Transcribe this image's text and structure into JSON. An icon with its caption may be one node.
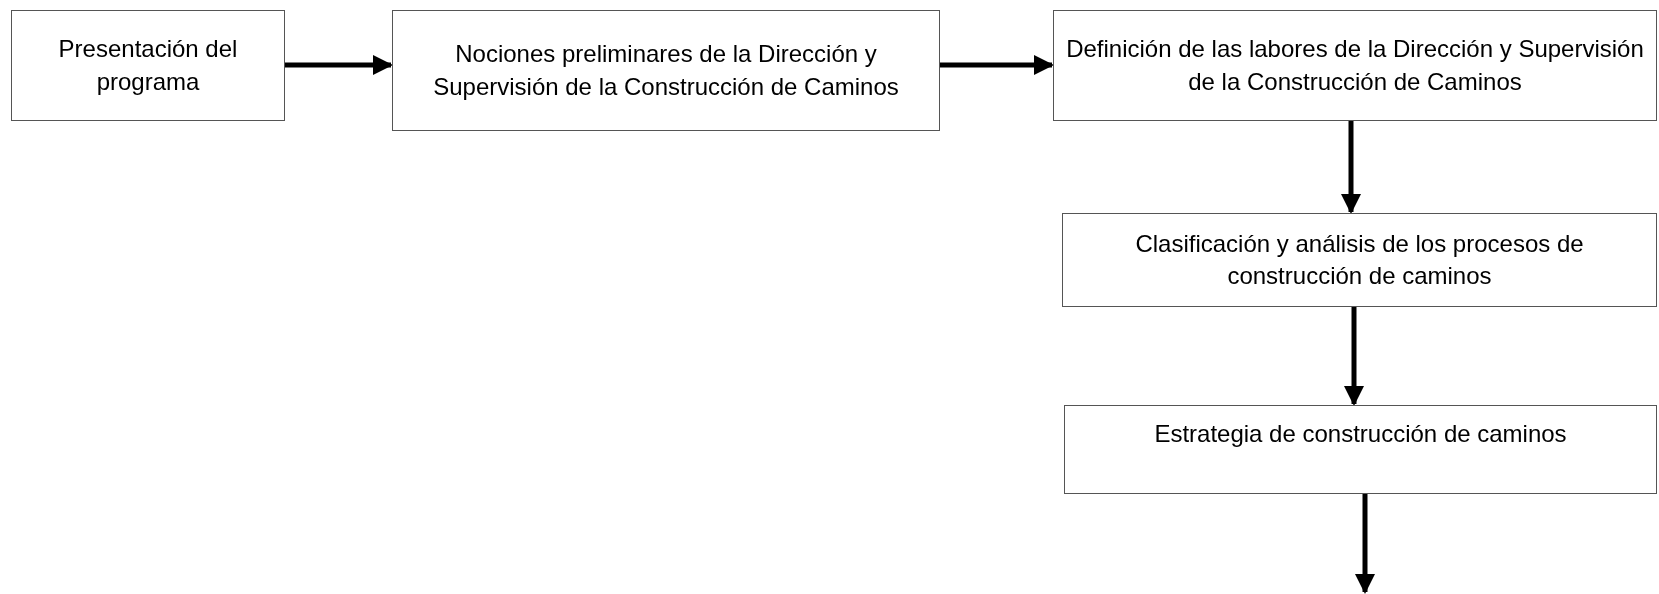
{
  "diagram": {
    "nodes": [
      {
        "text": [
          "Presentación del programa"
        ]
      },
      {
        "text": [
          "Nociones preliminares de la Dirección y Supervisión de la Construcción de Caminos"
        ]
      },
      {
        "text": [
          "Definición de las labores de la Dirección y Supervisión de la Construcción de Caminos"
        ]
      },
      {
        "text": [
          "Clasificación y análisis de los procesos de construcción de caminos"
        ]
      },
      {
        "text": [
          "Estrategia de construcción de caminos"
        ]
      }
    ],
    "edges": [
      {
        "from": 0,
        "to": 1,
        "arrow": "to"
      },
      {
        "from": 1,
        "to": 2,
        "arrow": "to"
      },
      {
        "from": 2,
        "to": 3,
        "arrow": "to"
      },
      {
        "from": 3,
        "to": 4,
        "arrow": "to"
      },
      {
        "from": 4,
        "to": null,
        "arrow": "to"
      }
    ]
  }
}
